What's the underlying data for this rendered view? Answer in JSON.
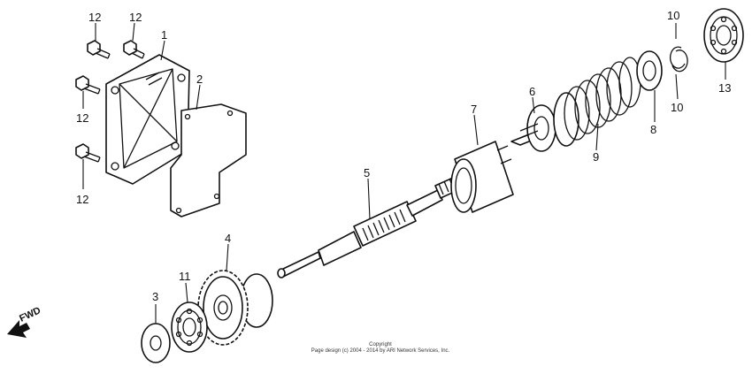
{
  "labels": {
    "p1": "1",
    "p2": "2",
    "p3": "3",
    "p4": "4",
    "p5": "5",
    "p6": "6",
    "p7": "7",
    "p8": "8",
    "p9": "9",
    "p10a": "10",
    "p10b": "10",
    "p11": "11",
    "p12a": "12",
    "p12b": "12",
    "p12c": "12",
    "p12d": "12",
    "p13": "13"
  },
  "fwd": "FWD",
  "copyright": {
    "line1": "Copyright",
    "line2": "Page design (c) 2004 - 2014 by ARI Network Services, Inc."
  }
}
